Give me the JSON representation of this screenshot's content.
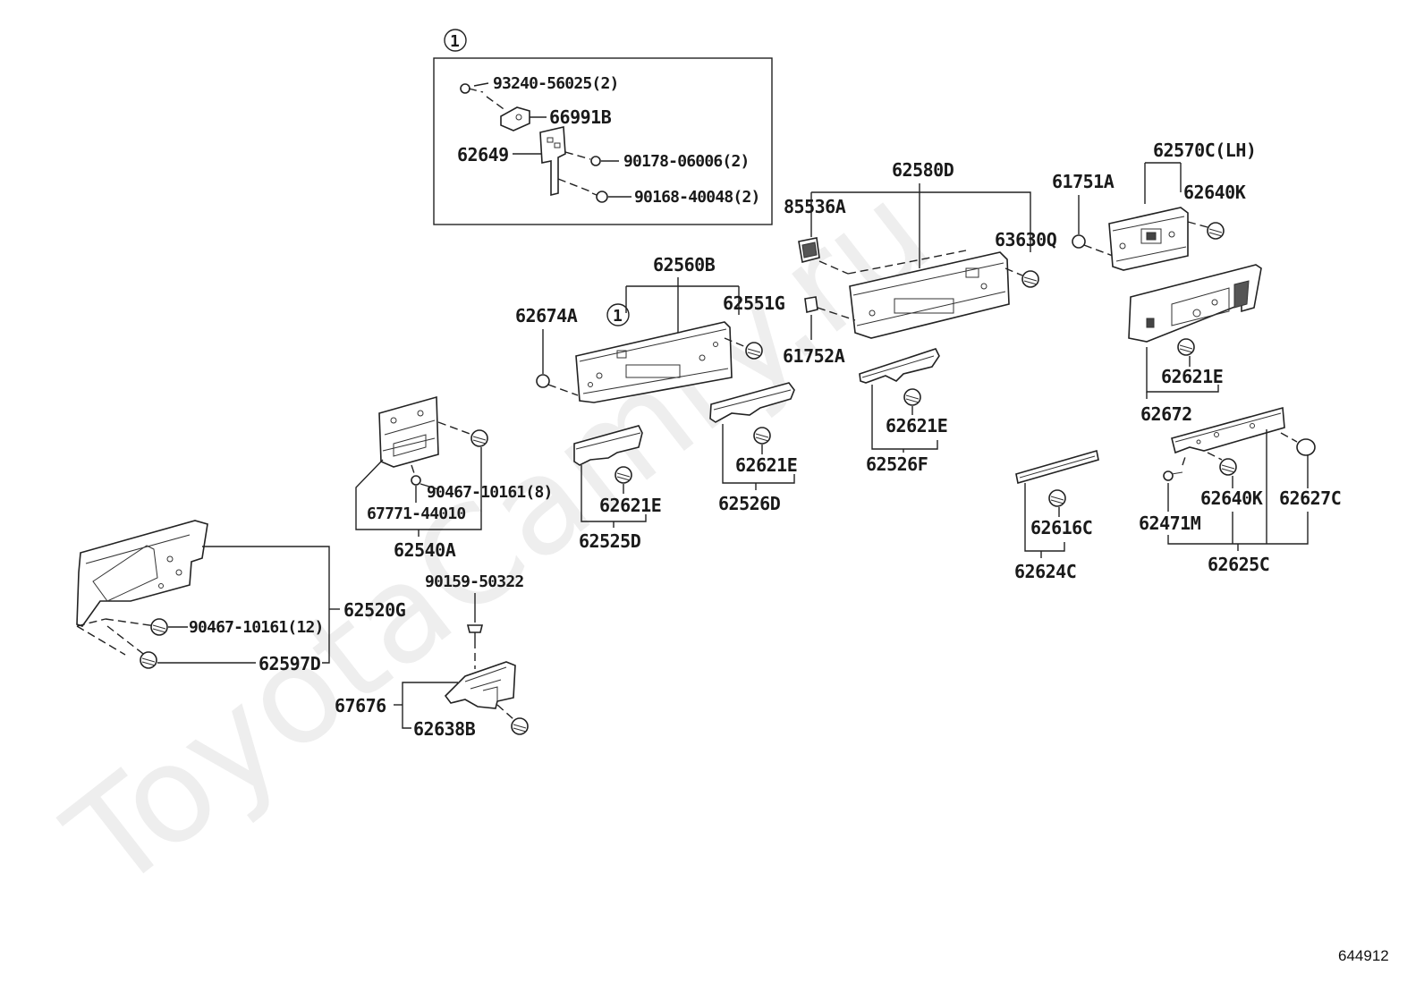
{
  "watermark": "ToyotaCamry.ru",
  "figure_id": "644912",
  "callout": "1",
  "labels": {
    "p93240": "93240-56025(2)",
    "p66991B": "66991B",
    "p62649": "62649",
    "p90178": "90178-06006(2)",
    "p90168": "90168-40048(2)",
    "p62560B": "62560B",
    "p62674A": "62674A",
    "p62551G": "62551G",
    "p62580D": "62580D",
    "p85536A": "85536A",
    "p61752A": "61752A",
    "p63630Q": "63630Q",
    "p61751A": "61751A",
    "p62570C": "62570C(LH)",
    "p62640K_top": "62640K",
    "p62621E_r": "62621E",
    "p62672": "62672",
    "p62621E_a": "62621E",
    "p62526F": "62526F",
    "p62621E_b": "62621E",
    "p62526D": "62526D",
    "p62621E_c": "62621E",
    "p62525D": "62525D",
    "p90467_8": "90467-10161(8)",
    "p67771": "67771-44010",
    "p62540A": "62540A",
    "p62520G": "62520G",
    "p90467_12": "90467-10161(12)",
    "p62597D": "62597D",
    "p90159": "90159-50322",
    "p67676": "67676",
    "p62638B": "62638B",
    "p62616C": "62616C",
    "p62624C": "62624C",
    "p62471M": "62471M",
    "p62640K_b": "62640K",
    "p62627C": "62627C",
    "p62625C": "62625C"
  }
}
